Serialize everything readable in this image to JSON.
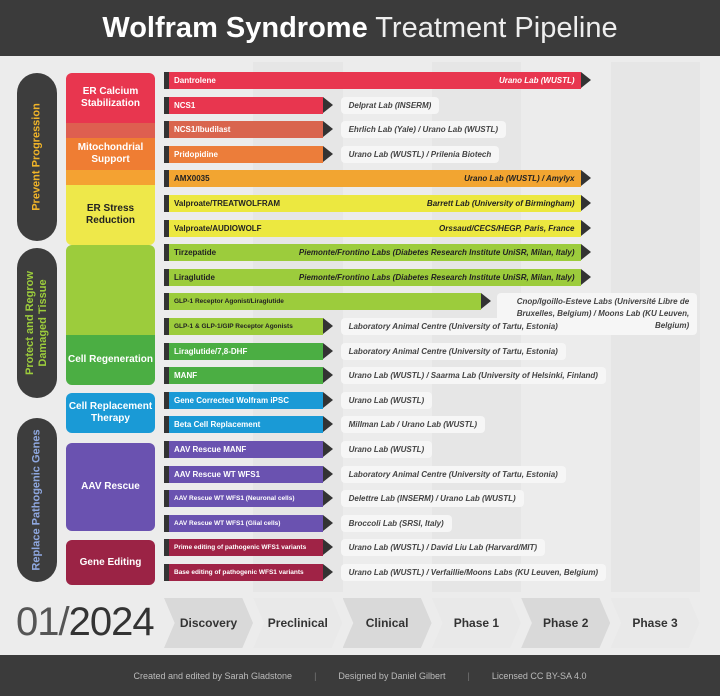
{
  "title": {
    "bold": "Wolfram Syndrome",
    "light": "Treatment Pipeline"
  },
  "groups": [
    {
      "label": "Prevent Progression",
      "color": "#f0b429"
    },
    {
      "label": "Protect and Regrow Damaged Tissue",
      "color": "#9ccc3c"
    },
    {
      "label": "Replace Pathogenic Genes",
      "color": "#8fa8e0"
    }
  ],
  "categories": [
    {
      "label": "ER Calcium Stabilization",
      "color": "#e8364f"
    },
    {
      "label": "",
      "color": "#de5f50"
    },
    {
      "label": "Mitochondrial Support",
      "color": "#ef7d33"
    },
    {
      "label": "",
      "color": "#f4a232"
    },
    {
      "label": "ER Stress Reduction",
      "color": "#eee84a"
    },
    {
      "label": "",
      "color": "#9ccc3c"
    },
    {
      "label": "Cell Regeneration",
      "color": "#4bae43"
    },
    {
      "label": "Cell Replacement Therapy",
      "color": "#1a9ad6"
    },
    {
      "label": "AAV Rescue",
      "color": "#6a52b0"
    },
    {
      "label": "Gene Editing",
      "color": "#9b2345"
    }
  ],
  "phases": [
    "Discovery",
    "Preclinical",
    "Clinical",
    "Phase 1",
    "Phase 2",
    "Phase 3"
  ],
  "rows": [
    {
      "name": "Dantrolene",
      "lab": "Urano Lab (WUSTL)",
      "stage": "Phase 2",
      "color": "#e8364f",
      "text": "#fff"
    },
    {
      "name": "NCS1",
      "lab": "Delprat Lab (INSERM)",
      "stage": "Preclinical",
      "color": "#e8364f",
      "text": "#fff"
    },
    {
      "name": "NCS1/Ibudilast",
      "lab": "Ehrlich Lab (Yale) / Urano Lab (WUSTL)",
      "stage": "Preclinical",
      "color": "#d9654e",
      "text": "#fff"
    },
    {
      "name": "Pridopidine",
      "lab": "Urano Lab (WUSTL) / Prilenia Biotech",
      "stage": "Preclinical",
      "color": "#ec7d3a",
      "text": "#fff"
    },
    {
      "name": "AMX0035",
      "lab": "Urano Lab (WUSTL) / Amylyx",
      "stage": "Phase 2",
      "color": "#f2a531",
      "text": "#222"
    },
    {
      "name": "Valproate/TREATWOLFRAM",
      "lab": "Barrett Lab (University of Birmingham)",
      "stage": "Phase 2",
      "color": "#ece840",
      "text": "#222"
    },
    {
      "name": "Valproate/AUDIOWOLF",
      "lab": "Orssaud/CECS/HEGP, Paris, France",
      "stage": "Phase 2",
      "color": "#ece840",
      "text": "#222"
    },
    {
      "name": "Tirzepatide",
      "lab": "Piemonte/Frontino Labs (Diabetes Research Institute UniSR, Milan, Italy)",
      "stage": "Phase 2",
      "color": "#9ccc3c",
      "text": "#222"
    },
    {
      "name": "Liraglutide",
      "lab": "Piemonte/Frontino Labs (Diabetes Research Institute UniSR, Milan, Italy)",
      "stage": "Phase 2",
      "color": "#9ccc3c",
      "text": "#222"
    },
    {
      "name": "GLP-1 Receptor Agonist/Liraglutide",
      "lab": "Cnop/Igoillo-Esteve Labs (Université Libre de Bruxelles, Belgium) / Moons Lab (KU Leuven, Belgium)",
      "stage": "Phase 1",
      "color": "#9ccc3c",
      "text": "#222"
    },
    {
      "name": "GLP-1 & GLP-1/GIP Receptor Agonists",
      "lab": "Laboratory Animal Centre (University of Tartu, Estonia)",
      "stage": "Preclinical",
      "color": "#9ccc3c",
      "text": "#222"
    },
    {
      "name": "Liraglutide/7,8-DHF",
      "lab": "Laboratory Animal Centre (University of Tartu, Estonia)",
      "stage": "Preclinical",
      "color": "#4bae43",
      "text": "#fff"
    },
    {
      "name": "MANF",
      "lab": "Urano Lab (WUSTL) / Saarma Lab (University of Helsinki, Finland)",
      "stage": "Preclinical",
      "color": "#4bae43",
      "text": "#fff"
    },
    {
      "name": "Gene Corrected Wolfram iPSC",
      "lab": "Urano Lab (WUSTL)",
      "stage": "Preclinical",
      "color": "#1a9ad6",
      "text": "#fff"
    },
    {
      "name": "Beta Cell Replacement",
      "lab": "Millman Lab / Urano Lab (WUSTL)",
      "stage": "Preclinical",
      "color": "#1a9ad6",
      "text": "#fff"
    },
    {
      "name": "AAV Rescue MANF",
      "lab": "Urano Lab (WUSTL)",
      "stage": "Preclinical",
      "color": "#6a52b0",
      "text": "#fff"
    },
    {
      "name": "AAV Rescue WT WFS1",
      "lab": "Laboratory Animal Centre (University of Tartu, Estonia)",
      "stage": "Preclinical",
      "color": "#6a52b0",
      "text": "#fff"
    },
    {
      "name": "AAV Rescue WT WFS1 (Neuronal cells)",
      "lab": "Delettre Lab (INSERM) / Urano Lab (WUSTL)",
      "stage": "Preclinical",
      "color": "#6a52b0",
      "text": "#fff"
    },
    {
      "name": "AAV Rescue WT WFS1 (Glial cells)",
      "lab": "Broccoli Lab (SRSI, Italy)",
      "stage": "Preclinical",
      "color": "#6a52b0",
      "text": "#fff"
    },
    {
      "name": "Prime editing of pathogenic WFS1 variants",
      "lab": "Urano Lab (WUSTL) / David Liu Lab (Harvard/MIT)",
      "stage": "Preclinical",
      "color": "#a02346",
      "text": "#fff"
    },
    {
      "name": "Base editing of pathogenic WFS1 variants",
      "lab": "Urano Lab (WUSTL) / Verfaillie/Moons Labs (KU Leuven, Belgium)",
      "stage": "Preclinical",
      "color": "#a02346",
      "text": "#fff"
    }
  ],
  "date": {
    "month": "01/",
    "year": "2024"
  },
  "footer": [
    "Created and edited by Sarah Gladstone",
    "Designed by Daniel Gilbert",
    "Licensed CC BY-SA 4.0"
  ]
}
